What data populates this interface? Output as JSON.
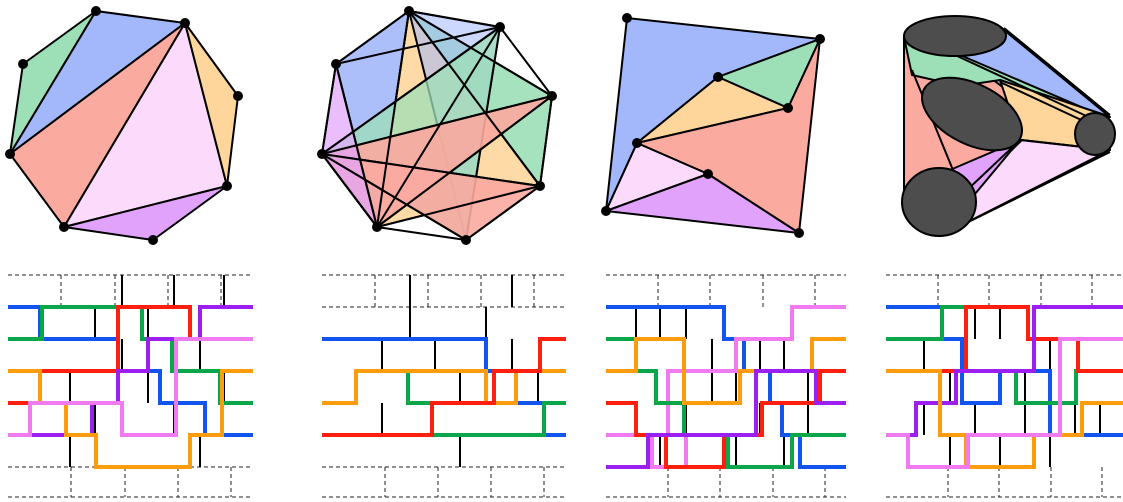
{
  "colors": {
    "blue": "#a3b8fb",
    "green": "#9ddfb7",
    "orange": "#fed69c",
    "red": "#fbaaa0",
    "pink": "#fcdafb",
    "purple": "#e1a2fb",
    "dark": "#4d4d4d",
    "line_blue": "#1155ee",
    "line_green": "#0aa64a",
    "line_orange": "#ff9c0c",
    "line_red": "#ff1f0f",
    "line_pink": "#f07af0",
    "line_purple": "#9a1ff0"
  },
  "panels": [
    {
      "name": "heptagon-triangulation",
      "type": "polygon-triangulation"
    },
    {
      "name": "heptagon-crossing-triangles",
      "type": "polygon-crossing-triangles"
    },
    {
      "name": "point-set-triangulation",
      "type": "point-set-triangulation"
    },
    {
      "name": "disk-triangulation",
      "type": "disk-triangulation"
    }
  ],
  "wiring_diagrams": [
    {
      "name": "wiring-diagram-1",
      "wires": 6
    },
    {
      "name": "wiring-diagram-2",
      "wires": 4
    },
    {
      "name": "wiring-diagram-3",
      "wires": 6
    },
    {
      "name": "wiring-diagram-4",
      "wires": 6
    }
  ]
}
